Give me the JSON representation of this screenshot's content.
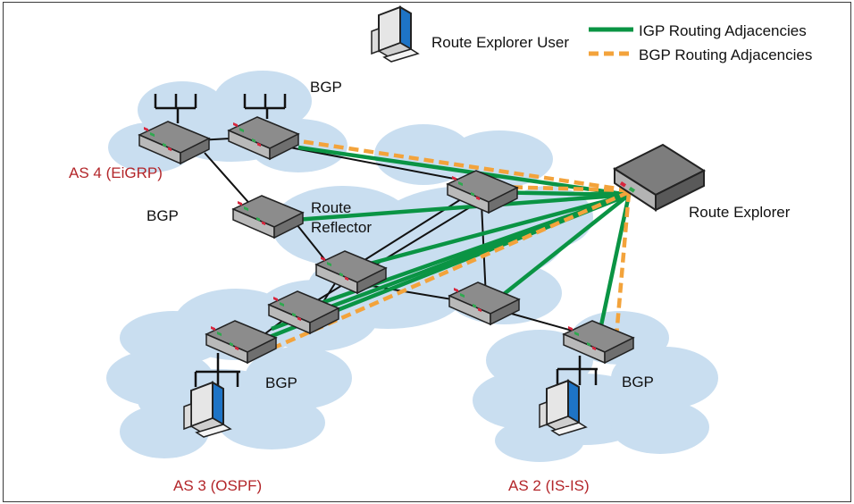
{
  "legend": {
    "user_label": "Route Explorer User",
    "igp_label": "IGP Routing Adjacencies",
    "bgp_label": "BGP Routing Adjacencies"
  },
  "labels": {
    "bgp_top": "BGP",
    "bgp_left": "BGP",
    "bgp_as3": "BGP",
    "bgp_as2": "BGP",
    "route_reflector_line1": "Route",
    "route_reflector_line2": "Reflector",
    "route_explorer": "Route Explorer",
    "as4": "AS 4 (EiGRP)",
    "as3": "AS 3 (OSPF)",
    "as2": "AS 2 (IS-IS)"
  },
  "colors": {
    "igp": "#0a9444",
    "bgp": "#f3a33b",
    "cloud": "#c9def0",
    "as_label": "#b3262a",
    "monitor": "#1e74c6"
  },
  "icons": {
    "router": "router-icon",
    "computer": "computer-icon",
    "cloud": "cloud-icon"
  }
}
